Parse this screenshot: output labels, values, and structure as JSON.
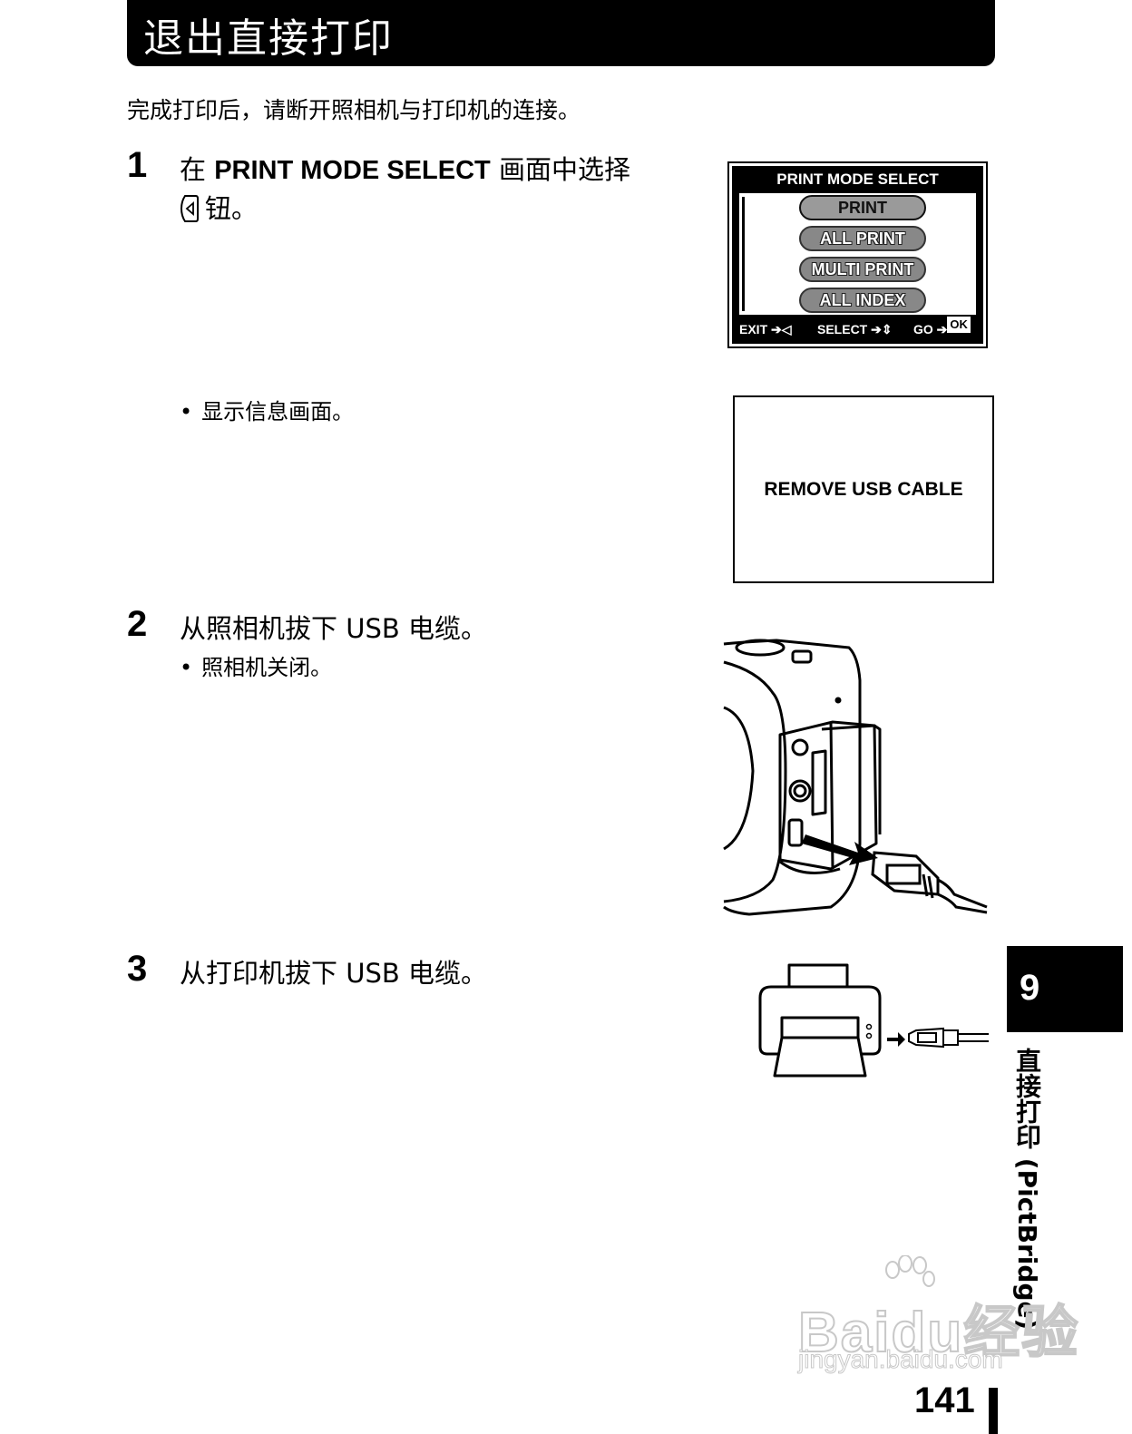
{
  "header": {
    "title": "退出直接打印"
  },
  "intro": "完成打印后，请断开照相机与打印机的连接。",
  "steps": [
    {
      "num": "1",
      "text_pre": "在 ",
      "text_bold": "PRINT MODE SELECT",
      "text_post": " 画面中选择",
      "line2": "钮。",
      "bullet": "显示信息画面。"
    },
    {
      "num": "2",
      "text": "从照相机拔下 USB 电缆。",
      "bullet": "照相机关闭。"
    },
    {
      "num": "3",
      "text": "从打印机拔下 USB 电缆。"
    }
  ],
  "lcd": {
    "title": "PRINT MODE SELECT",
    "options": [
      "PRINT",
      "ALL PRINT",
      "MULTI PRINT",
      "ALL INDEX"
    ],
    "selected": "PRINT",
    "footer": {
      "exit": "EXIT",
      "select": "SELECT",
      "go": "GO",
      "ok": "OK"
    }
  },
  "message_screen": {
    "text": "REMOVE USB CABLE"
  },
  "sidebar": {
    "chapter": "9",
    "label": "直接打印 (PictBridge)"
  },
  "page_number": "141",
  "watermark": {
    "brand": "Baidu经验",
    "url": "jingyan.baidu.com"
  }
}
